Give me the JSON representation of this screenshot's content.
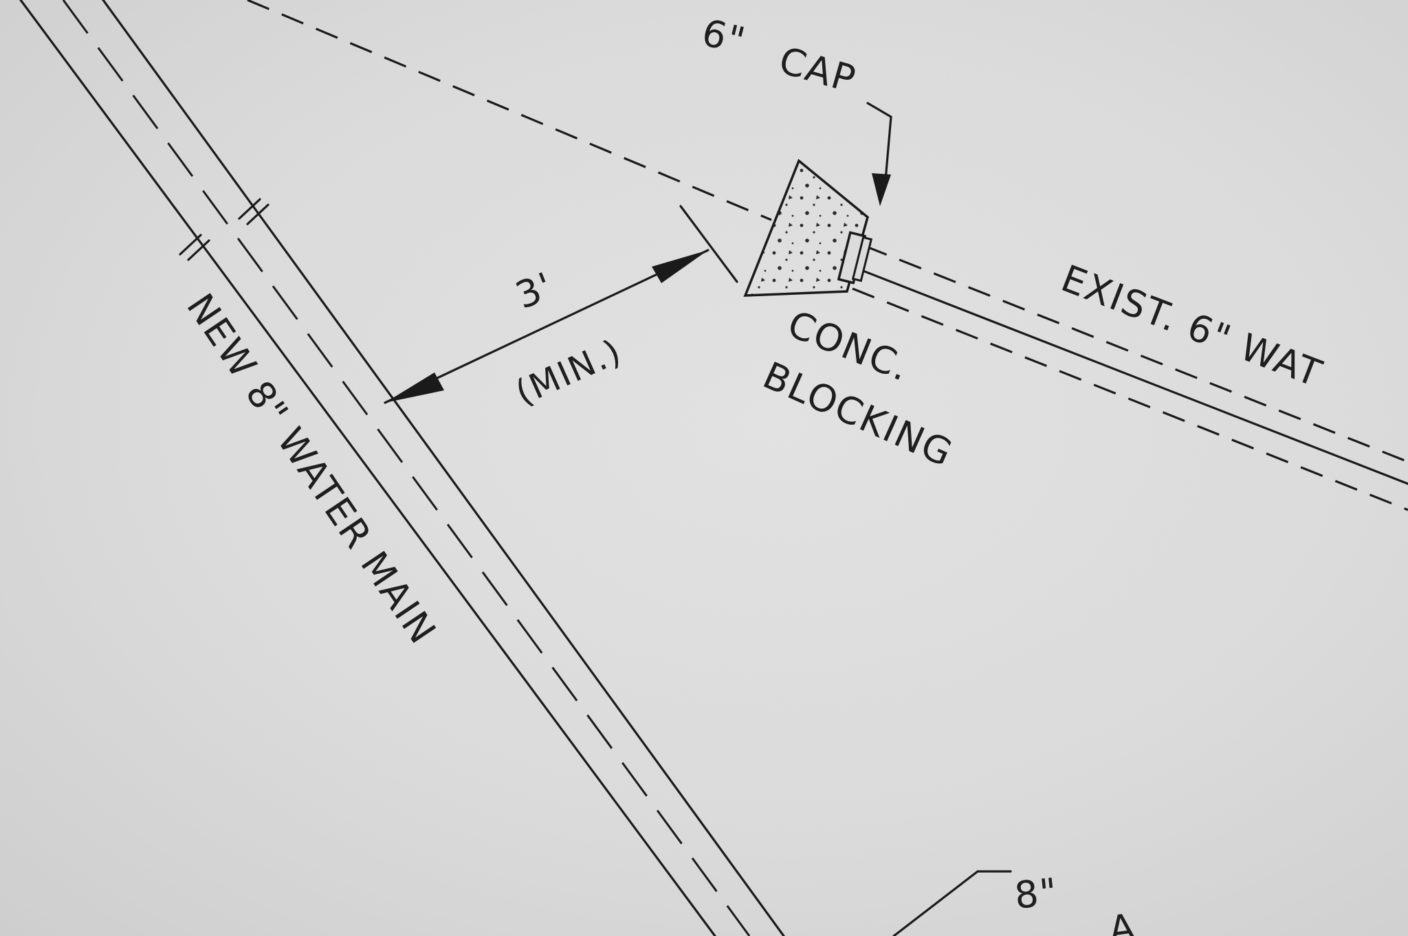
{
  "labels": {
    "cap_size": "6\"",
    "cap": "CAP",
    "dimension_value": "3'",
    "dimension_note": "(MIN.)",
    "conc": "CONC.",
    "blocking": "BLOCKING",
    "exist_main": "EXIST. 6\" WAT",
    "new_main": "NEW 8\" WATER MAIN",
    "bottom_size": "8\"",
    "bottom_cut": "A"
  },
  "colors": {
    "ink": "#1a1a1a",
    "paper": "#dcdcdc"
  }
}
